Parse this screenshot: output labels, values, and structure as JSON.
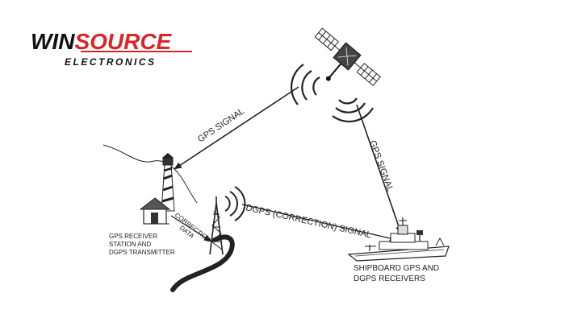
{
  "logo": {
    "brand_part1": "WIN",
    "brand_part2": "SOURCE",
    "subtitle": "ELECTRONICS",
    "colors": {
      "primary": "#111111",
      "accent": "#d7262b"
    }
  },
  "labels": {
    "gps_signal_left": "GPS SIGNAL",
    "gps_signal_right": "GPS SIGNAL",
    "dgps_signal": "DGPS (CORRECTION) SIGNAL",
    "correction_line1": "CORRECTION",
    "correction_line2": "DATA",
    "station_line1": "GPS RECEIVER",
    "station_line2": "STATION AND",
    "station_line3": "DGPS TRANSMITTER",
    "ship_line1": "SHIPBOARD GPS AND",
    "ship_line2": "DGPS RECEIVERS"
  },
  "icons": [
    "satellite-icon",
    "lighthouse-icon",
    "building-icon",
    "radio-tower-icon",
    "ship-icon"
  ],
  "colors": {
    "line": "#222222",
    "background": "#ffffff"
  }
}
